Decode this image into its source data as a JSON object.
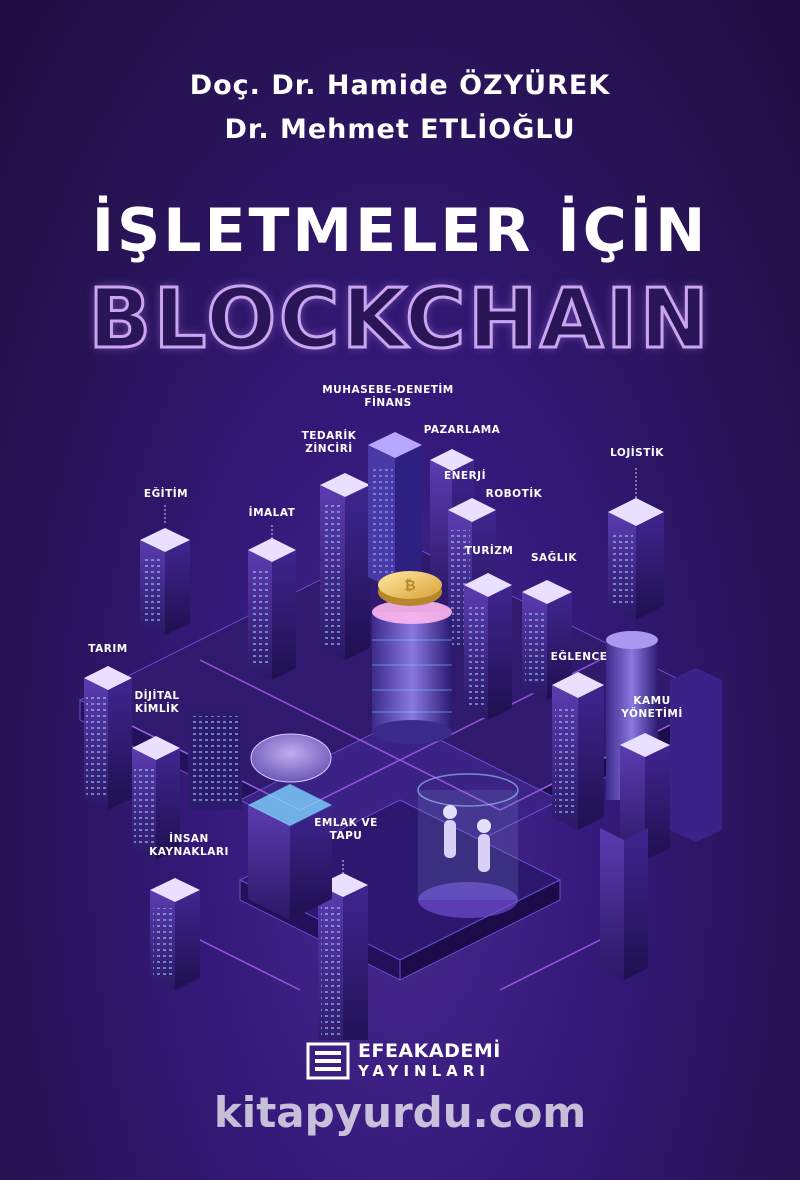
{
  "authors": [
    "Doç. Dr. Hamide ÖZYÜREK",
    "Dr. Mehmet ETLİOĞLU"
  ],
  "title": {
    "line1": "İŞLETMELER İÇİN",
    "line2": "BLOCKCHAIN"
  },
  "labels": {
    "muhasebe": "MUHASEBE-DENETİM\nFİNANS",
    "tedarik": "TEDARİK\nZİNCİRİ",
    "pazarlama": "PAZARLAMA",
    "enerji": "ENERJİ",
    "robotik": "ROBOTİK",
    "lojistik": "LOJİSTİK",
    "egitim": "EĞİTİM",
    "imalat": "İMALAT",
    "turizm": "TURİZM",
    "saglik": "SAĞLIK",
    "tarim": "TARIM",
    "dijital": "DİJİTAL\nKİMLİK",
    "eglence": "EĞLENCE",
    "kamu": "KAMU\nYÖNETİMİ",
    "insan": "İNSAN\nKAYNAKLARI",
    "emlak": "EMLAK VE\nTAPU"
  },
  "publisher": {
    "name": "EFEAKADEMİ",
    "sub": "YAYINLARI"
  },
  "watermark": "kitapyurdu.com",
  "colors": {
    "background": "#2a1559",
    "accent": "#c9a6ee",
    "glow": "#7fd3ff"
  }
}
